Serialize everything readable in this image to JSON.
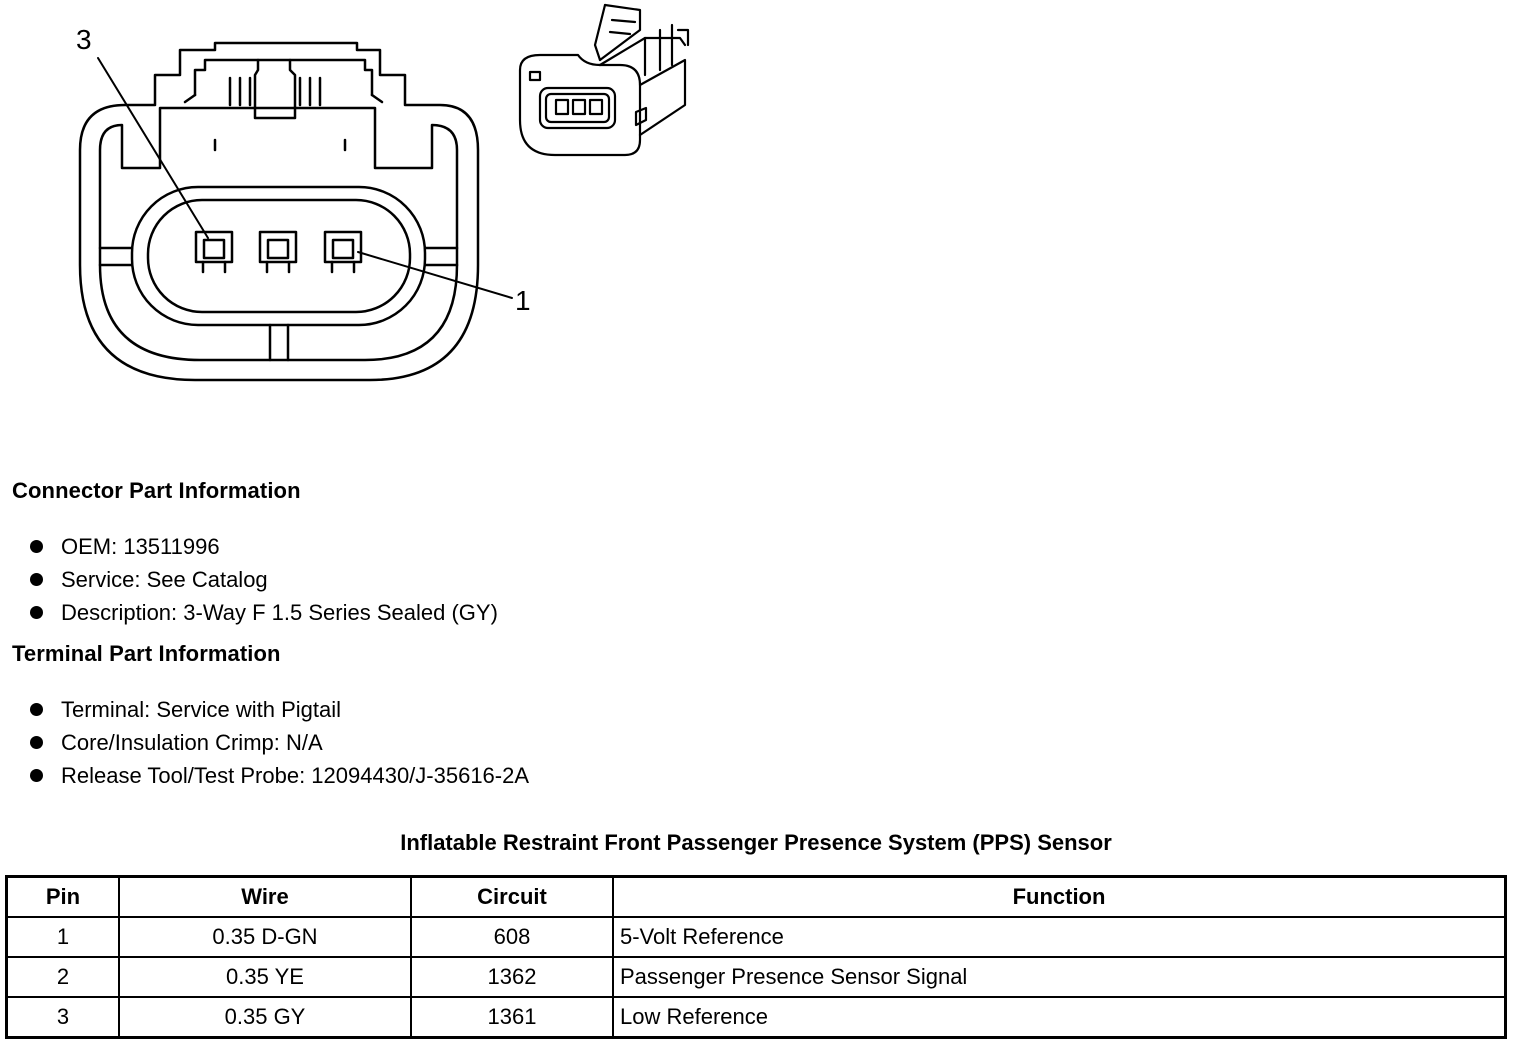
{
  "figure": {
    "callout_3": "3",
    "callout_1": "1"
  },
  "connector_info": {
    "heading": "Connector Part Information",
    "items": [
      "OEM: 13511996",
      "Service: See Catalog",
      "Description: 3-Way F 1.5 Series Sealed (GY)"
    ]
  },
  "terminal_info": {
    "heading": "Terminal Part Information",
    "items": [
      "Terminal: Service with Pigtail",
      "Core/Insulation Crimp: N/A",
      "Release Tool/Test Probe: 12094430/J-35616-2A"
    ]
  },
  "pin_table": {
    "title": "Inflatable Restraint Front Passenger Presence System (PPS) Sensor",
    "headers": [
      "Pin",
      "Wire",
      "Circuit",
      "Function"
    ],
    "rows": [
      [
        "1",
        "0.35 D-GN",
        "608",
        "5-Volt Reference"
      ],
      [
        "2",
        "0.35 YE",
        "1362",
        "Passenger Presence Sensor Signal"
      ],
      [
        "3",
        "0.35 GY",
        "1361",
        "Low Reference"
      ]
    ]
  }
}
